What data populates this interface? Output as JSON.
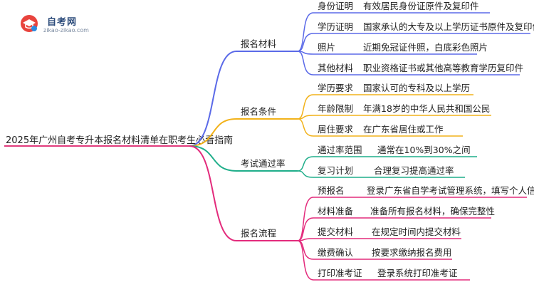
{
  "logo": {
    "name": "自考网",
    "url": "zikao-zikao.com"
  },
  "colors": {
    "root_line": "#e23c7d",
    "branches": [
      "#5b6ae8",
      "#f2b21a",
      "#1fae8a",
      "#e32b7c"
    ]
  },
  "root": "2025年广州自考专升本报名材料清单在职考生必看指南",
  "branches": [
    {
      "label": "报名材料",
      "children": [
        {
          "label": "身份证明",
          "detail": "有效居民身份证原件及复印件"
        },
        {
          "label": "学历证明",
          "detail": "国家承认的大专及以上学历证书原件及复印件"
        },
        {
          "label": "照片",
          "detail": "近期免冠证件照，白底彩色照片"
        },
        {
          "label": "其他材料",
          "detail": "职业资格证书或其他高等教育学历复印件"
        }
      ]
    },
    {
      "label": "报名条件",
      "children": [
        {
          "label": "学历要求",
          "detail": "国家认可的专科及以上学历"
        },
        {
          "label": "年龄限制",
          "detail": "年满18岁的中华人民共和国公民"
        },
        {
          "label": "居住要求",
          "detail": "在广东省居住或工作"
        }
      ]
    },
    {
      "label": "考试通过率",
      "children": [
        {
          "label": "通过率范围",
          "detail": "通常在10%到30%之间"
        },
        {
          "label": "复习计划",
          "detail": "合理复习提高通过率"
        }
      ]
    },
    {
      "label": "报名流程",
      "children": [
        {
          "label": "预报名",
          "detail": "登录广东省自学考试管理系统，填写个人信息"
        },
        {
          "label": "材料准备",
          "detail": "准备所有报名材料，确保完整性"
        },
        {
          "label": "提交材料",
          "detail": "在规定时间内提交材料"
        },
        {
          "label": "缴费确认",
          "detail": "按要求缴纳报名费用"
        },
        {
          "label": "打印准考证",
          "detail": "登录系统打印准考证"
        }
      ]
    }
  ]
}
